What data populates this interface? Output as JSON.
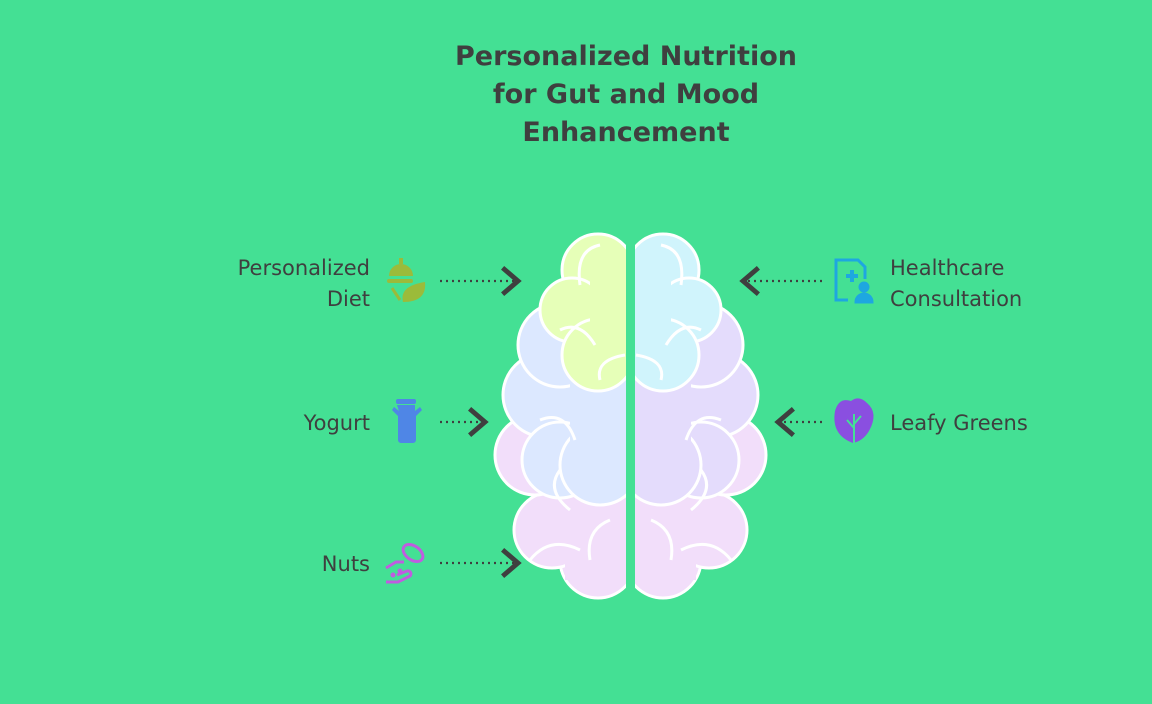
{
  "title": {
    "line1": "Personalized Nutrition",
    "line2": "for Gut and Mood",
    "line3": "Enhancement"
  },
  "items": {
    "personalized_diet": {
      "line1": "Personalized",
      "line2": "Diet",
      "icon": "food-leaf-icon",
      "color": "#9BBB3A"
    },
    "yogurt": {
      "label": "Yogurt",
      "icon": "milk-can-icon",
      "color": "#4F86E6"
    },
    "nuts": {
      "label": "Nuts",
      "icon": "peanut-hand-icon",
      "color": "#C05CE0"
    },
    "healthcare": {
      "line1": "Healthcare",
      "line2": "Consultation",
      "icon": "medical-document-person-icon",
      "color": "#1EA7E0"
    },
    "leafy_greens": {
      "label": "Leafy Greens",
      "icon": "spinach-leaf-icon",
      "color": "#8A4FE0"
    }
  },
  "colors": {
    "background": "#44E094",
    "yellow": "#E6FFB8",
    "blue": "#DCE8FF",
    "pink": "#F2DEFA",
    "cyan": "#D0F4FC",
    "lavender": "#E4DCFC"
  }
}
